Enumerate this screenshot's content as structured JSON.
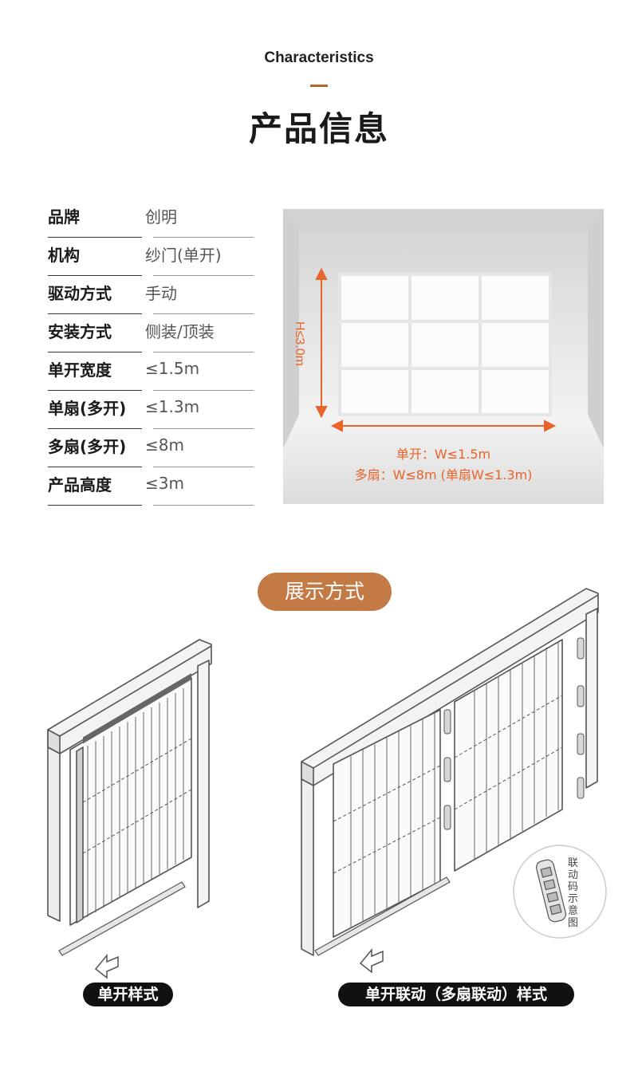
{
  "header": {
    "eyebrow": "Characteristics",
    "title": "产品信息"
  },
  "specs": [
    {
      "label": "品牌",
      "value": "创明"
    },
    {
      "label": "机构",
      "value": "纱门(单开)"
    },
    {
      "label": "驱动方式",
      "value": "手动"
    },
    {
      "label": "安装方式",
      "value": "侧装/顶装"
    },
    {
      "label": "单开宽度",
      "value": "≤1.5m"
    },
    {
      "label": "单扇(多开)",
      "value": "≤1.3m"
    },
    {
      "label": "多扇(多开)",
      "value": "≤8m"
    },
    {
      "label": "产品高度",
      "value": "≤3m"
    }
  ],
  "diagram": {
    "height_label": "H≤3.0m",
    "width_single": "单开：W≤1.5m",
    "width_multi": "多扇：W≤8m (单扇W≤1.3m)",
    "accent": "#e8642a"
  },
  "display": {
    "badge": "展示方式",
    "caption_single": "单开样式",
    "caption_multi": "单开联动（多扇联动）样式",
    "link_note": "联动码示意图"
  },
  "colors": {
    "brand": "#c47a45",
    "accent_bar": "#b9642c"
  }
}
